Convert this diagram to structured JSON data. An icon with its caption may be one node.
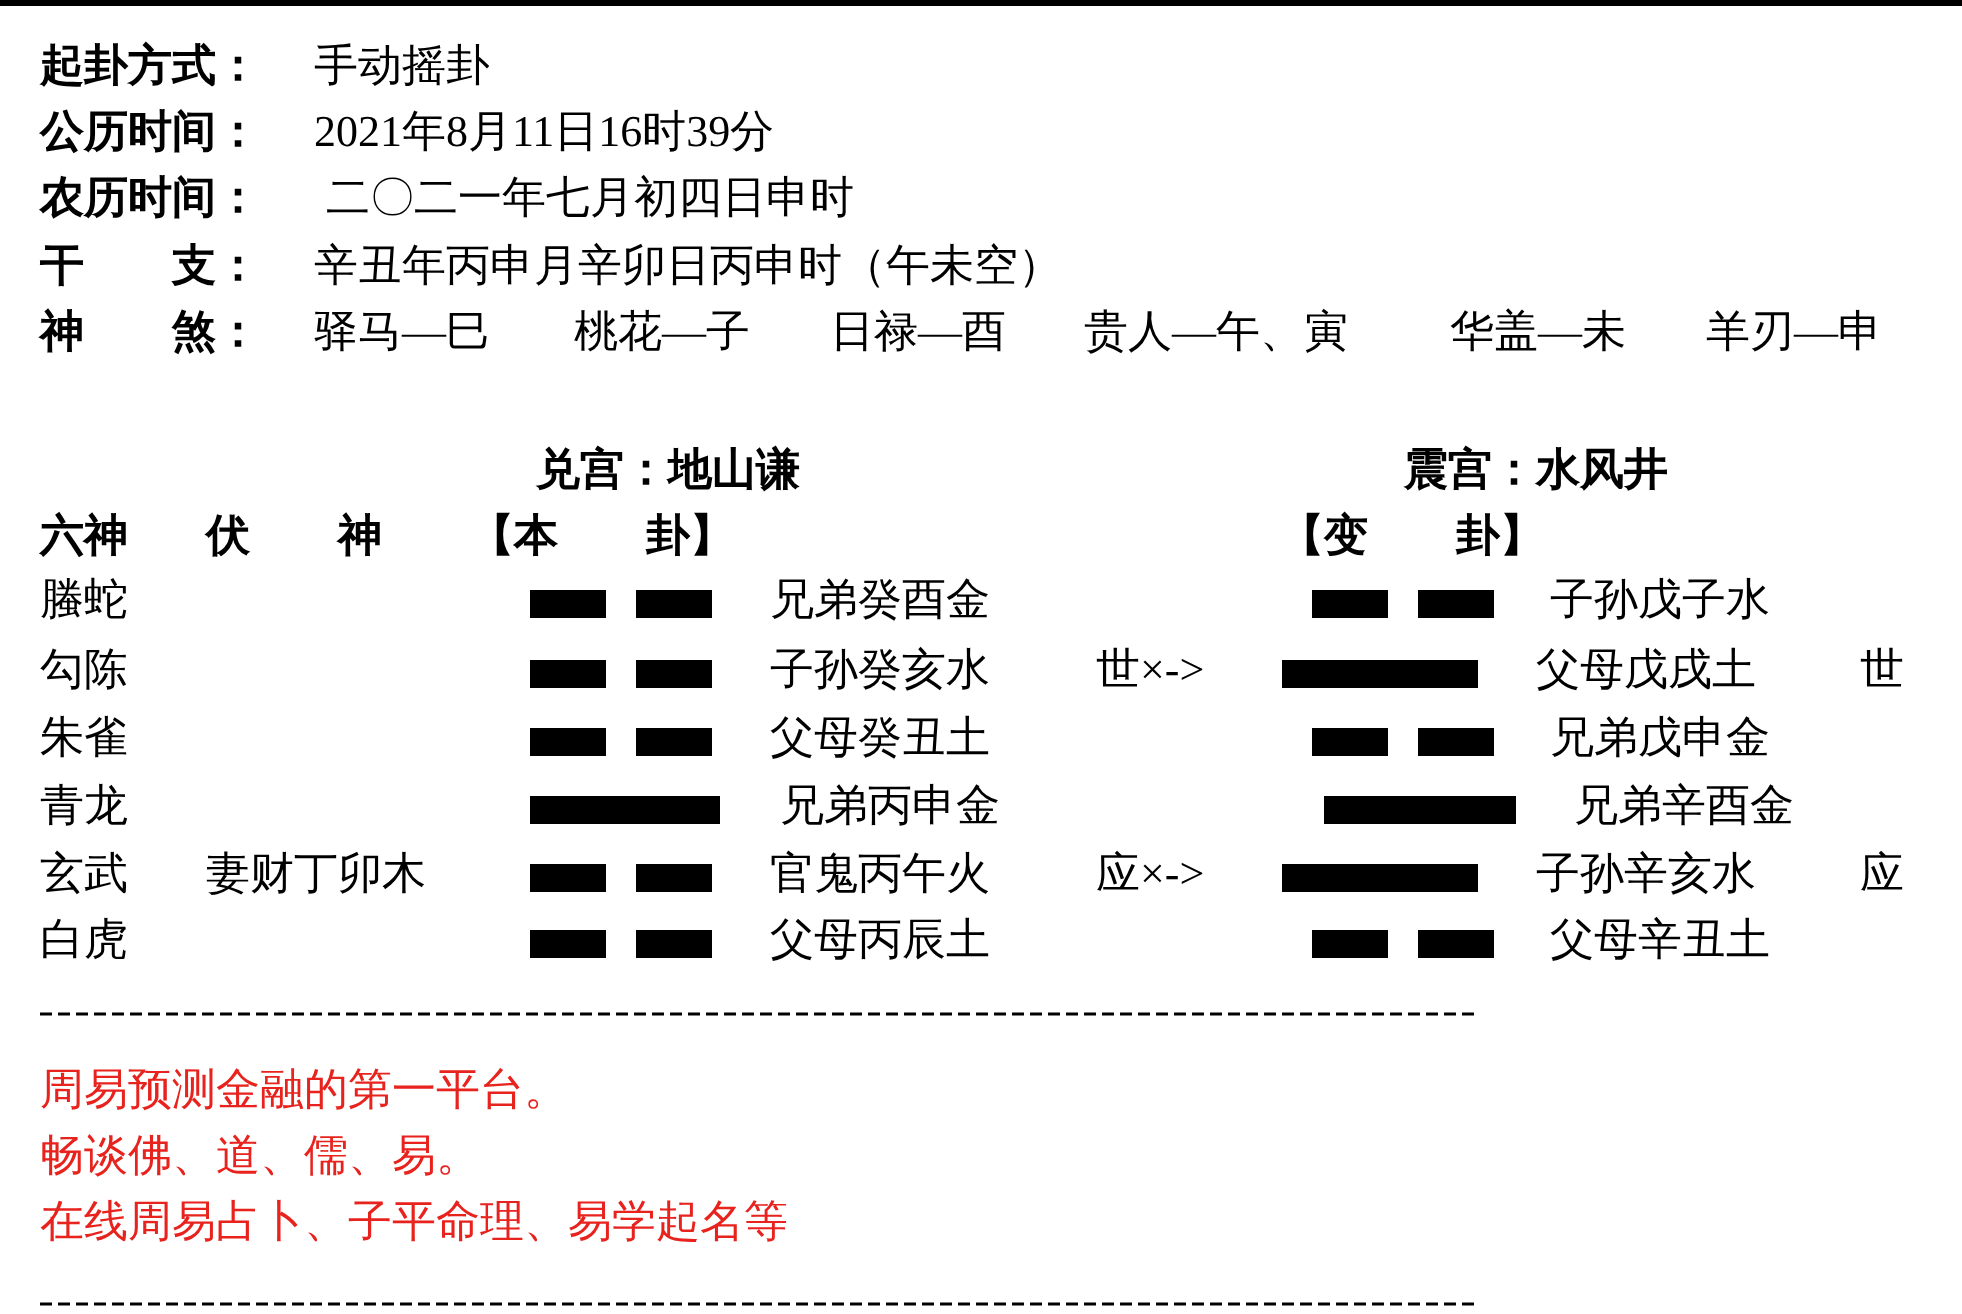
{
  "diagram": {
    "labels": [
      "起卦方式：",
      "手动摇卦",
      "公历时间：",
      "2021年8月11日16时39分",
      "农历时间：",
      "二〇二一年七月初四日申时",
      "干　　支：",
      "辛丑年丙申月辛卯日丙申时（午未空）",
      "神　　煞：",
      "驿马—巳",
      "桃花—子",
      "日禄—酉",
      "贵人—午、寅",
      "华盖—未",
      "羊刃—申",
      "兑宫：地山谦",
      "震宫：水风井",
      "六神",
      "伏　　神",
      "【本　　卦】",
      "【变　　卦】",
      "螣蛇",
      "兄弟癸酉金",
      "子孙戊子水",
      "勾陈",
      "子孙癸亥水",
      "世×->",
      "父母戊戌土",
      "世",
      "朱雀",
      "父母癸丑土",
      "兄弟戊申金",
      "青龙",
      "兄弟丙申金",
      "兄弟辛酉金",
      "玄武",
      "妻财丁卯木",
      "官鬼丙午火",
      "应×->",
      "子孙辛亥水",
      "应",
      "白虎",
      "父母丙辰土",
      "父母辛丑土",
      "周易预测金融的第一平台。",
      "畅谈佛、道、儒、易。",
      "在线周易占卜、子平命理、易学起名等"
    ]
  }
}
